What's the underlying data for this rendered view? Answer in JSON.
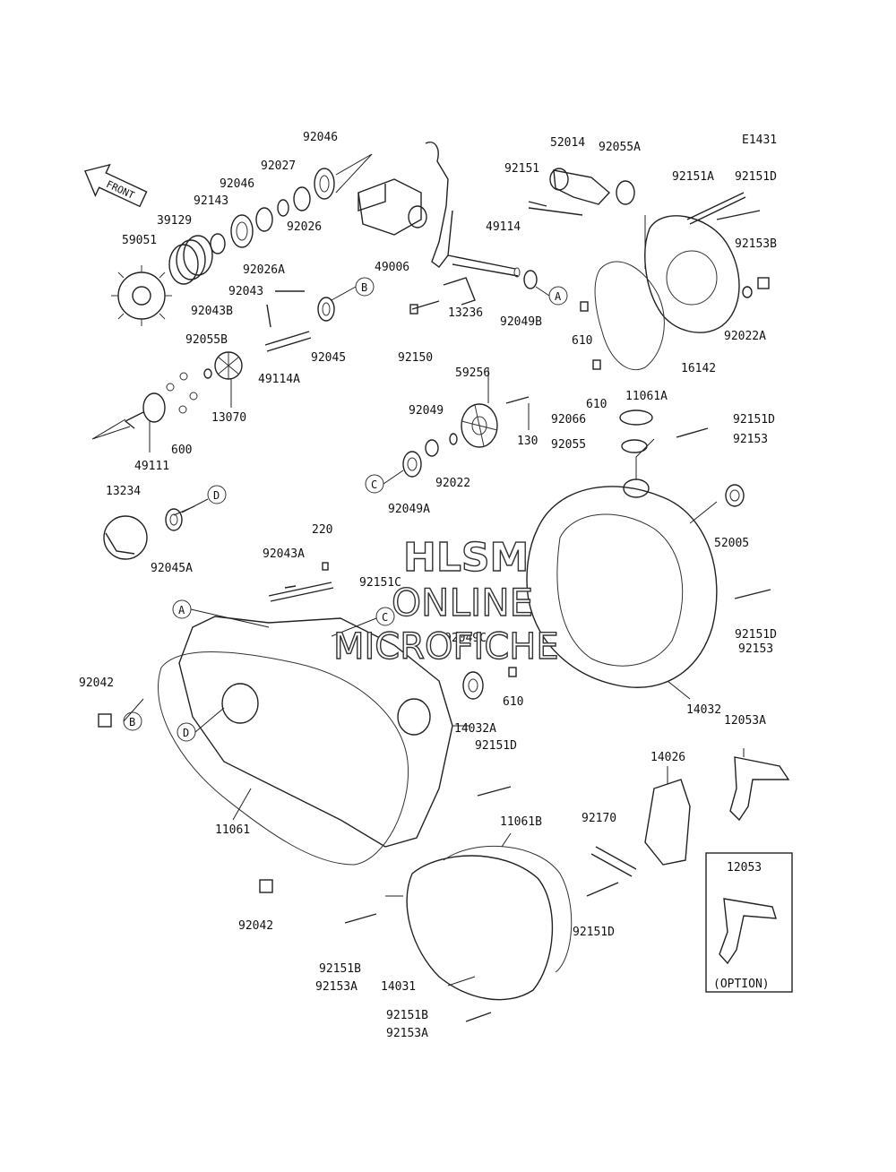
{
  "figure_code": "E1431",
  "front_arrow_label": "FRONT",
  "watermark": {
    "line1": "HLSM",
    "line2": "ONLINE",
    "line3": "MICROFICHE"
  },
  "option_box_label": "(OPTION)",
  "ref_circles": {
    "a": "A",
    "b": "B",
    "c": "C",
    "d": "D"
  },
  "labels": {
    "p92046_top": "92046",
    "p92027": "92027",
    "p92046": "92046",
    "p92143": "92143",
    "p39129": "39129",
    "p59051": "59051",
    "p92026": "92026",
    "p92026A": "92026A",
    "p49006": "49006",
    "p92043": "92043",
    "p92043B": "92043B",
    "p92045": "92045",
    "p49114A": "49114A",
    "p92055B": "92055B",
    "p13070": "13070",
    "p600": "600",
    "p49111": "49111",
    "p52014": "52014",
    "p92055A": "92055A",
    "p92151": "92151",
    "p49114": "49114",
    "p13236": "13236",
    "p92150": "92150",
    "p92049B": "92049B",
    "p92151A": "92151A",
    "p92151D_tr": "92151D",
    "p92153B": "92153B",
    "p610_a": "610",
    "p92022A": "92022A",
    "p16142": "16142",
    "p610_b": "610",
    "p11061A": "11061A",
    "p59256": "59256",
    "p92049": "92049",
    "p130": "130",
    "p92022": "92022",
    "p92049A": "92049A",
    "p92066": "92066",
    "p92055": "92055",
    "p92151D_m": "92151D",
    "p92153_m": "92153",
    "p52005": "52005",
    "p13234": "13234",
    "p92045A": "92045A",
    "p220": "220",
    "p92043A": "92043A",
    "p92151C": "92151C",
    "p92049C": "92049C",
    "p92042_a": "92042",
    "p610_c": "610",
    "p92151D_r": "92151D",
    "p92153_r": "92153",
    "p14032": "14032",
    "p14032A": "14032A",
    "p92151D_c": "92151D",
    "p11061": "11061",
    "p12053A": "12053A",
    "p14026": "14026",
    "p11061B": "11061B",
    "p92170": "92170",
    "p12053": "12053",
    "p92042_b": "92042",
    "p92151D_b": "92151D",
    "p92151B_a": "92151B",
    "p92153A_a": "92153A",
    "p14031": "14031",
    "p92151B_b": "92151B",
    "p92153A_b": "92153A"
  }
}
